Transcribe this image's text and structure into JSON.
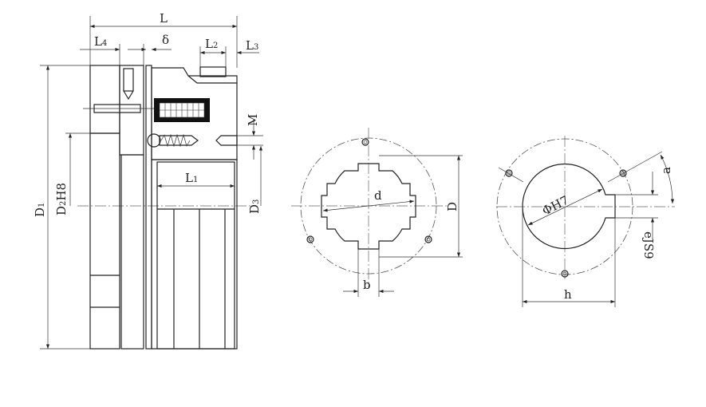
{
  "drawing": {
    "section_view": {
      "labels": {
        "L": "L",
        "L4": "L",
        "L4_sub": "4",
        "delta": "δ",
        "L2": "L",
        "L2_sub": "2",
        "L3": "L",
        "L3_sub": "3",
        "M": "M",
        "D1": "D",
        "D1_sub": "1",
        "D2H8": "D",
        "D2H8_sub": "2",
        "D2H8_tol": "H8",
        "L1": "L",
        "L1_sub": "1",
        "D3": "D",
        "D3_sub": "3"
      }
    },
    "spline_view": {
      "labels": {
        "d": "d",
        "D": "D",
        "b": "b"
      }
    },
    "keyway_view": {
      "labels": {
        "bore": "ΦH7",
        "a": "a",
        "e": "eJS9",
        "h": "h"
      }
    }
  }
}
